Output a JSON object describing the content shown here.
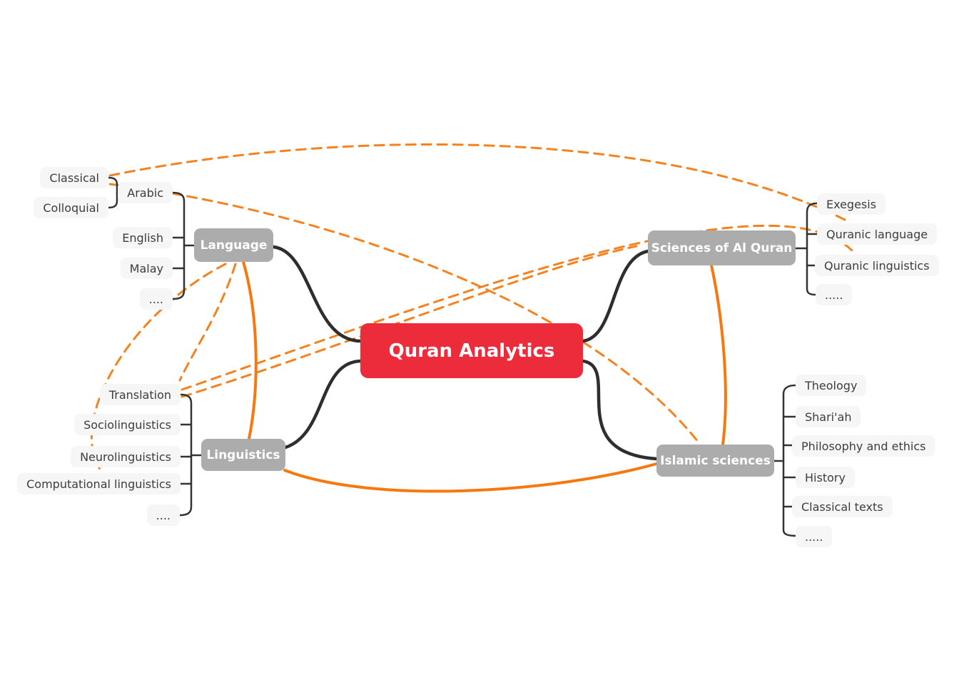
{
  "center": {
    "label": "Quran Analytics"
  },
  "colors": {
    "root_red": "#EC2B3B",
    "branch_gray": "#ACACAC",
    "leaf_bg": "#F6F6F6",
    "leaf_text": "#3D3D3D",
    "tree_black": "#2E2E2E",
    "relation_orange_dashed": "#F5821F",
    "relation_orange_solid": "#F7780E"
  },
  "branches": {
    "language": {
      "label": "Language",
      "children": {
        "arabic": "Arabic",
        "english": "English",
        "malay": "Malay",
        "more": "...."
      },
      "arabic_children": {
        "classical": "Classical",
        "colloquial": "Colloquial"
      }
    },
    "linguistics": {
      "label": "Linguistics",
      "children": {
        "translation": "Translation",
        "sociolinguistics": "Sociolinguistics",
        "neurolinguistics": "Neurolinguistics",
        "computational": "Computational linguistics",
        "more": "...."
      }
    },
    "sciences": {
      "label": "Sciences of Al Quran",
      "children": {
        "exegesis": "Exegesis",
        "quranic_language": "Quranic language",
        "quranic_linguistics": "Quranic linguistics",
        "more": "....."
      }
    },
    "islamic": {
      "label": "Islamic sciences",
      "children": {
        "theology": "Theology",
        "shariah": "Shari'ah",
        "philosophy": "Philosophy and ethics",
        "history": "History",
        "classical_texts": "Classical texts",
        "more": "....."
      }
    }
  },
  "relationships": [
    {
      "from": "Classical",
      "to": "Quranic language",
      "style": "dashed"
    },
    {
      "from": "Classical",
      "to": "Islamic sciences",
      "style": "dashed"
    },
    {
      "from": "Translation",
      "to": "Quranic linguistics",
      "style": "dashed"
    },
    {
      "from": "Translation",
      "to": "Sciences of Al Quran",
      "style": "dashed-arrow"
    },
    {
      "from": "Language",
      "to": "Computational linguistics",
      "style": "dashed"
    },
    {
      "from": "Language",
      "to": "Translation",
      "style": "dashed"
    },
    {
      "from": "Language",
      "to": "Linguistics",
      "style": "solid"
    },
    {
      "from": "Sciences of Al Quran",
      "to": "Islamic sciences",
      "style": "solid"
    },
    {
      "from": "Linguistics",
      "to": "Islamic sciences",
      "style": "solid"
    }
  ]
}
